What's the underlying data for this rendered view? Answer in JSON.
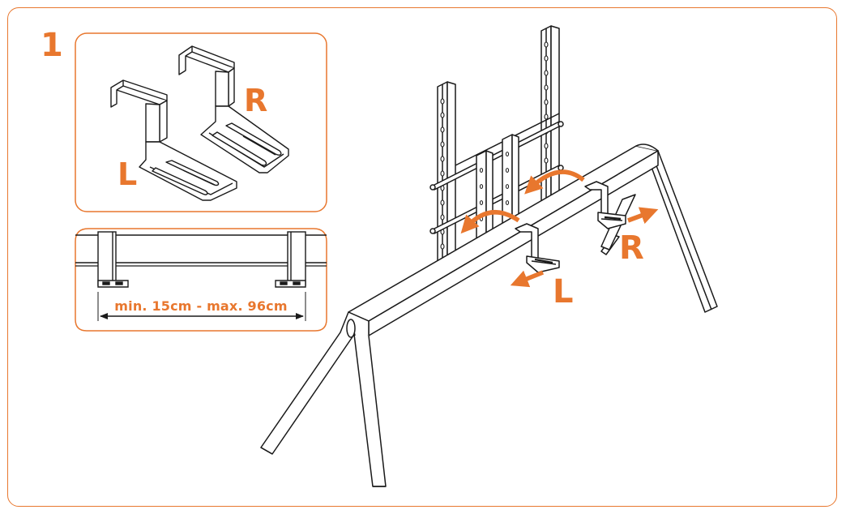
{
  "step": {
    "number": "1"
  },
  "inset_top": {
    "label_right": "R",
    "label_left": "L"
  },
  "inset_bottom": {
    "dimension": "min. 15cm - max. 96cm"
  },
  "main": {
    "label_right": "R",
    "label_left": "L"
  },
  "colors": {
    "accent": "#e8772e",
    "line": "#1a1a1a"
  }
}
